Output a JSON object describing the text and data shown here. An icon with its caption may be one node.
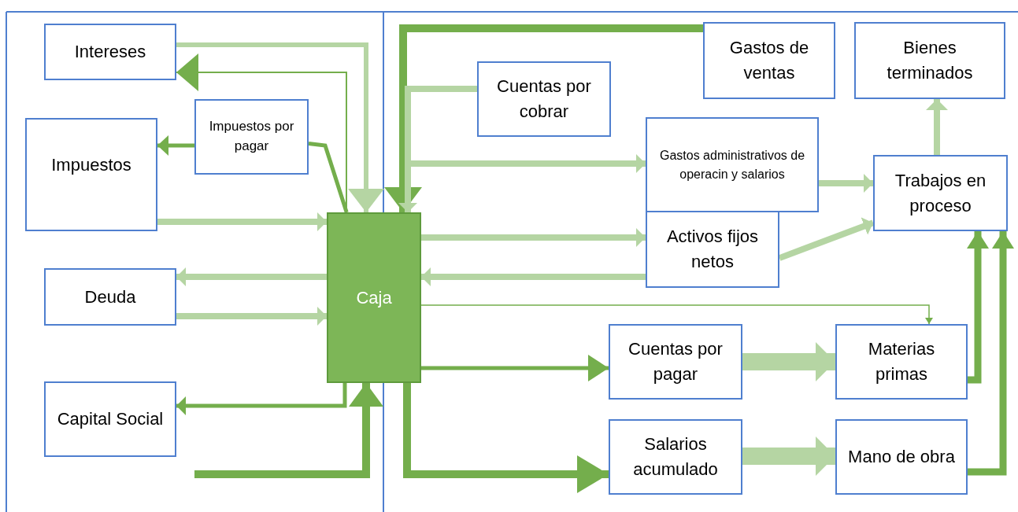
{
  "diagram": {
    "nodes": [
      {
        "text": [
          "Intereses"
        ]
      },
      {
        "text": [
          "Impuestos por pagar"
        ]
      },
      {
        "text": [
          "Impuestos"
        ]
      },
      {
        "text": [
          "Deuda"
        ]
      },
      {
        "text": [
          "Capital Social"
        ]
      },
      {
        "text": [
          "Caja"
        ]
      },
      {
        "text": [
          "Cuentas por cobrar"
        ]
      },
      {
        "text": [
          "Gastos de ventas"
        ]
      },
      {
        "text": [
          "Bienes terminados"
        ]
      },
      {
        "text": [
          "Gastos administrativos de operacin y salarios"
        ]
      },
      {
        "text": [
          "Activos fijos netos"
        ]
      },
      {
        "text": [
          "Trabajos en proceso"
        ]
      },
      {
        "text": [
          "Cuentas por pagar"
        ]
      },
      {
        "text": [
          "Materias primas"
        ]
      },
      {
        "text": [
          "Salarios acumulado"
        ]
      },
      {
        "text": [
          "Mano de obra"
        ]
      }
    ],
    "edges": [
      {
        "from": 0,
        "to": 5,
        "arrow": "to",
        "color": "#b5d5a3"
      },
      {
        "from": 5,
        "to": 0,
        "arrow": "to"
      },
      {
        "from": 1,
        "to": 2,
        "arrow": "to"
      },
      {
        "from": 5,
        "to": 1,
        "arrow": "none"
      },
      {
        "from": 2,
        "to": 5,
        "arrow": "to",
        "color": "#b5d5a3"
      },
      {
        "from": 5,
        "to": 3,
        "arrow": "to",
        "color": "#b5d5a3"
      },
      {
        "from": 3,
        "to": 5,
        "arrow": "to",
        "color": "#b5d5a3"
      },
      {
        "from": 5,
        "to": 4,
        "arrow": "to"
      },
      {
        "from": null,
        "to": 5,
        "arrow": "to"
      },
      {
        "from": 7,
        "to": 5,
        "arrow": "to"
      },
      {
        "from": 6,
        "to": 5,
        "arrow": "to",
        "color": "#b5d5a3"
      },
      {
        "from": 5,
        "to": 9,
        "arrow": "to",
        "color": "#b5d5a3"
      },
      {
        "from": 9,
        "to": 11,
        "arrow": "to",
        "color": "#b5d5a3"
      },
      {
        "from": 5,
        "to": 10,
        "arrow": "to",
        "color": "#b5d5a3"
      },
      {
        "from": 10,
        "to": 5,
        "arrow": "to",
        "color": "#b5d5a3"
      },
      {
        "from": 10,
        "to": 11,
        "arrow": "to",
        "color": "#b5d5a3"
      },
      {
        "from": 11,
        "to": 8,
        "arrow": "to",
        "color": "#b5d5a3"
      },
      {
        "from": 5,
        "to": 13,
        "arrow": "to"
      },
      {
        "from": 5,
        "to": 12,
        "arrow": "to"
      },
      {
        "from": 12,
        "to": 13,
        "arrow": "to",
        "style": "thick",
        "color": "#b5d5a3"
      },
      {
        "from": 14,
        "to": 15,
        "arrow": "to",
        "style": "thick",
        "color": "#b5d5a3"
      },
      {
        "from": 5,
        "to": 14,
        "arrow": "to"
      },
      {
        "from": 13,
        "to": 11,
        "arrow": "to"
      },
      {
        "from": 15,
        "to": 11,
        "arrow": "to"
      }
    ]
  }
}
